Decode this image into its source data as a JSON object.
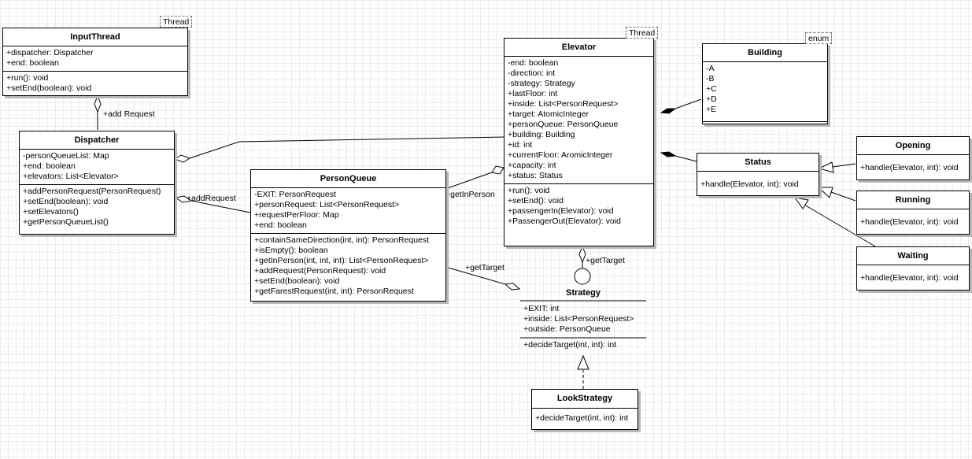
{
  "stereotypes": {
    "thread": "Thread",
    "enum": "enum"
  },
  "input_thread": {
    "name": "InputThread",
    "attributes": [
      "+dispatcher: Dispatcher",
      "+end: boolean"
    ],
    "methods": [
      "+run(): void",
      "+setEnd(boolean): void"
    ]
  },
  "dispatcher": {
    "name": "Dispatcher",
    "attributes": [
      "-personQueueList: Map",
      "+end: boolean",
      "+elevators: List<Elevator>"
    ],
    "methods": [
      "+addPersonRequest(PersonRequest)",
      "+setEnd(boolean): void",
      "+setElevators()",
      "+getPersonQueueList()"
    ]
  },
  "person_queue": {
    "name": "PersonQueue",
    "attributes": [
      "-EXIT: PersonRequest",
      "+personRequest: List<PersonRequest>",
      "+requestPerFloor: Map",
      "+end: boolean"
    ],
    "methods": [
      "+containSameDirection(int, int): PersonRequest",
      "+isEmpty(): boolean",
      "+getInPerson(int, int, int): List<PersonRequest>",
      "+addRequest(PersonRequest): void",
      "+setEnd(boolean): void",
      "+getFarestRequest(int, int): PersonRequest"
    ]
  },
  "elevator": {
    "name": "Elevator",
    "attributes": [
      "-end: boolean",
      "-direction: int",
      "-strategy: Strategy",
      "+lastFloor: int",
      "+inside: List<PersonRequest>",
      "+target: AtomicInteger",
      "+personQueue: PersonQueue",
      "+building: Building",
      "+id: int",
      "+currentFloor: AromicInteger",
      "+capacity: int",
      "+status: Status"
    ],
    "methods": [
      "+run(): void",
      "+setEnd(): void",
      "+passengerIn(Elevator): void",
      "+PassengerOut(Elevator): void"
    ]
  },
  "building": {
    "name": "Building",
    "literals": [
      "-A",
      "-B",
      "+C",
      "+D",
      "+E"
    ]
  },
  "status": {
    "name": "Status",
    "methods": [
      "+handle(Elevator, int): void"
    ]
  },
  "opening": {
    "name": "Opening",
    "methods": [
      "+handle(Elevator, int): void"
    ]
  },
  "running": {
    "name": "Running",
    "methods": [
      "+handle(Elevator, int): void"
    ]
  },
  "waiting": {
    "name": "Waiting",
    "methods": [
      "+handle(Elevator, int): void"
    ]
  },
  "strategy": {
    "name": "Strategy",
    "attributes": [
      "+EXIT: int",
      "+inside: List<PersonRequest>",
      "+outside: PersonQueue"
    ],
    "methods": [
      "+decideTarget(int, int): int"
    ]
  },
  "look_strategy": {
    "name": "LookStrategy",
    "methods": [
      "+decideTarget(int, int): int"
    ]
  },
  "relations": {
    "add_request_1": "+add Request",
    "add_request_2": "+addRequest",
    "get_in_person": "+getInPerson",
    "get_target_1": "+getTarget",
    "get_target_2": "+getTarget"
  },
  "colors": {
    "line": "#000000",
    "grid": "#ededed",
    "shadow": "#b8b8b8"
  }
}
